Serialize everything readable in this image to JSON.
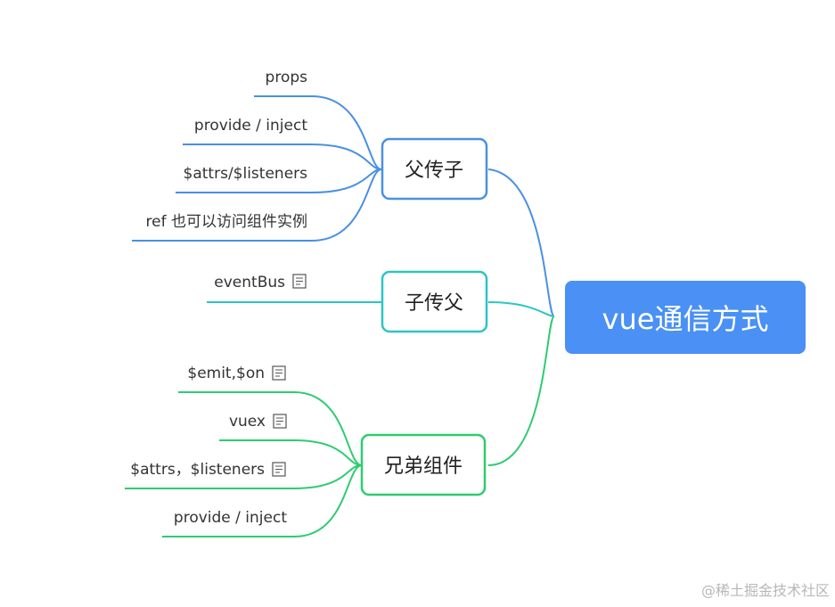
{
  "root": {
    "label": "vue通信方式",
    "color": "#4a90f5"
  },
  "branches": [
    {
      "key": "parent_to_child",
      "label": "父传子",
      "color": "#4a90e2",
      "children": [
        {
          "label": "props",
          "note": false
        },
        {
          "label": "provide / inject",
          "note": false
        },
        {
          "label": "$attrs/$listeners",
          "note": false
        },
        {
          "label": "ref 也可以访问组件实例",
          "note": false
        }
      ]
    },
    {
      "key": "child_to_parent",
      "label": "子传父",
      "color": "#2ec4c4",
      "children": [
        {
          "label": "eventBus",
          "note": true
        }
      ]
    },
    {
      "key": "siblings",
      "label": "兄弟组件",
      "color": "#2ecc71",
      "children": [
        {
          "label": "$emit,$on",
          "note": true
        },
        {
          "label": "vuex",
          "note": true
        },
        {
          "label": "$attrs，$listeners",
          "note": true
        },
        {
          "label": "provide / inject",
          "note": false
        }
      ]
    }
  ],
  "watermark": "@稀土掘金技术社区",
  "icons": {
    "note": "note-icon"
  }
}
